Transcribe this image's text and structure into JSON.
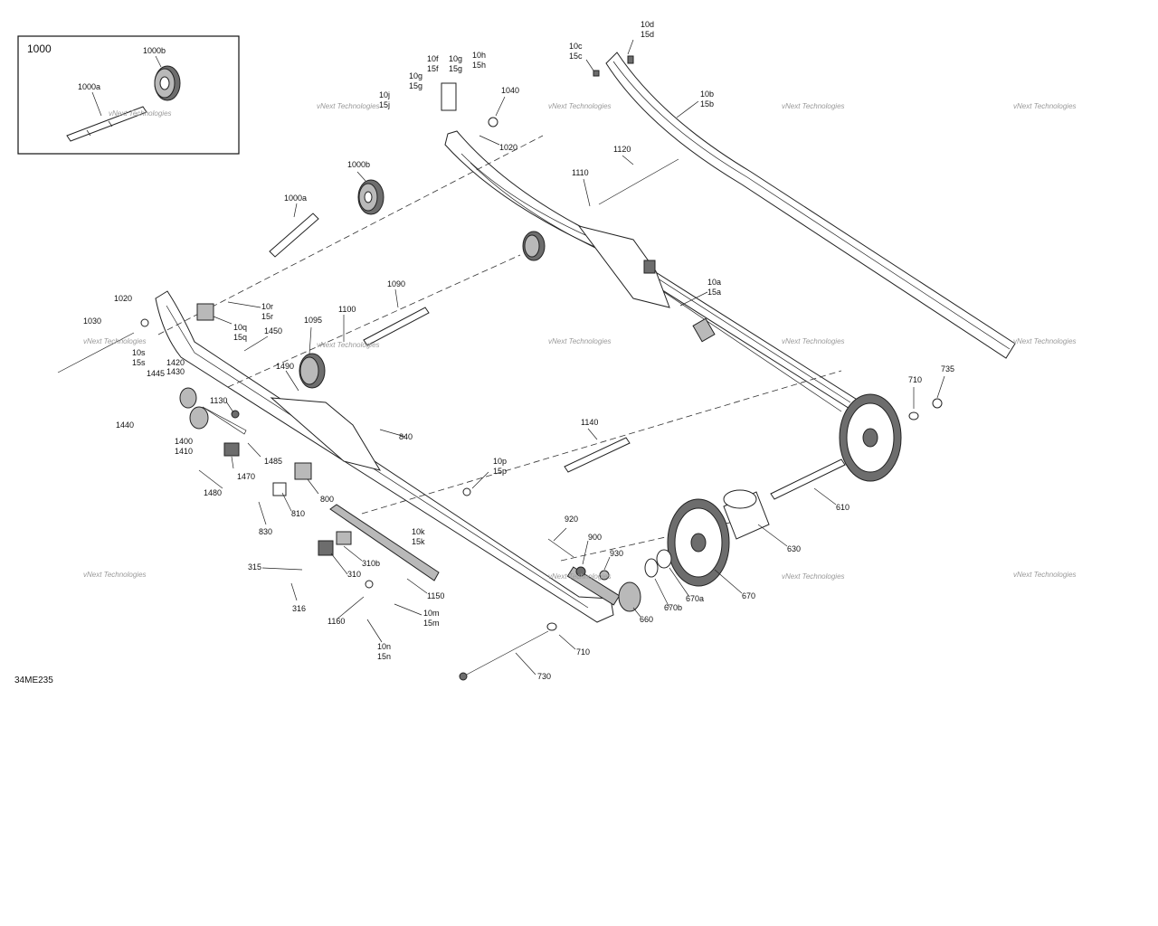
{
  "diagram": {
    "reference_code": "34ME235",
    "inset_title": "1000",
    "watermark_text": "vNext Technologies",
    "labels": {
      "l_1000b_inset": "1000b",
      "l_1000a_inset": "1000a",
      "l_10d": "10d",
      "l_15d": "15d",
      "l_10c": "10c",
      "l_15c": "15c",
      "l_10b": "10b",
      "l_15b": "15b",
      "l_10f": "10f",
      "l_15f": "15f",
      "l_10g_a": "10g",
      "l_15g_a": "15g",
      "l_10h": "10h",
      "l_15h": "15h",
      "l_10g_b": "10g",
      "l_15g_b": "15g",
      "l_10j": "10j",
      "l_15j": "15j",
      "l_1040": "1040",
      "l_1020_top": "1020",
      "l_1120": "1120",
      "l_1110": "1110",
      "l_1000b": "1000b",
      "l_1000a": "1000a",
      "l_10a": "10a",
      "l_15a": "15a",
      "l_1090": "1090",
      "l_1020_left": "1020",
      "l_10r": "10r",
      "l_15r": "15r",
      "l_1030": "1030",
      "l_10q": "10q",
      "l_15q": "15q",
      "l_1450": "1450",
      "l_1095": "1095",
      "l_1100": "1100",
      "l_10s": "10s",
      "l_15s": "15s",
      "l_1420": "1420",
      "l_1430": "1430",
      "l_1445": "1445",
      "l_1490": "1490",
      "l_1130": "1130",
      "l_1440": "1440",
      "l_1400": "1400",
      "l_1410": "1410",
      "l_840": "840",
      "l_1485": "1485",
      "l_1470": "1470",
      "l_1480": "1480",
      "l_10p": "10p",
      "l_15p": "15p",
      "l_800": "800",
      "l_1140": "1140",
      "l_710_top": "710",
      "l_735": "735",
      "l_810": "810",
      "l_830": "830",
      "l_610": "610",
      "l_920": "920",
      "l_10k": "10k",
      "l_15k": "15k",
      "l_900": "900",
      "l_630": "630",
      "l_930": "930",
      "l_315": "315",
      "l_310b": "310b",
      "l_310": "310",
      "l_1150": "1150",
      "l_316": "316",
      "l_670a": "670a",
      "l_670": "670",
      "l_670b": "670b",
      "l_660": "660",
      "l_1160": "1160",
      "l_10m": "10m",
      "l_15m": "15m",
      "l_710_bot": "710",
      "l_10n": "10n",
      "l_15n": "15n",
      "l_730": "730"
    }
  }
}
